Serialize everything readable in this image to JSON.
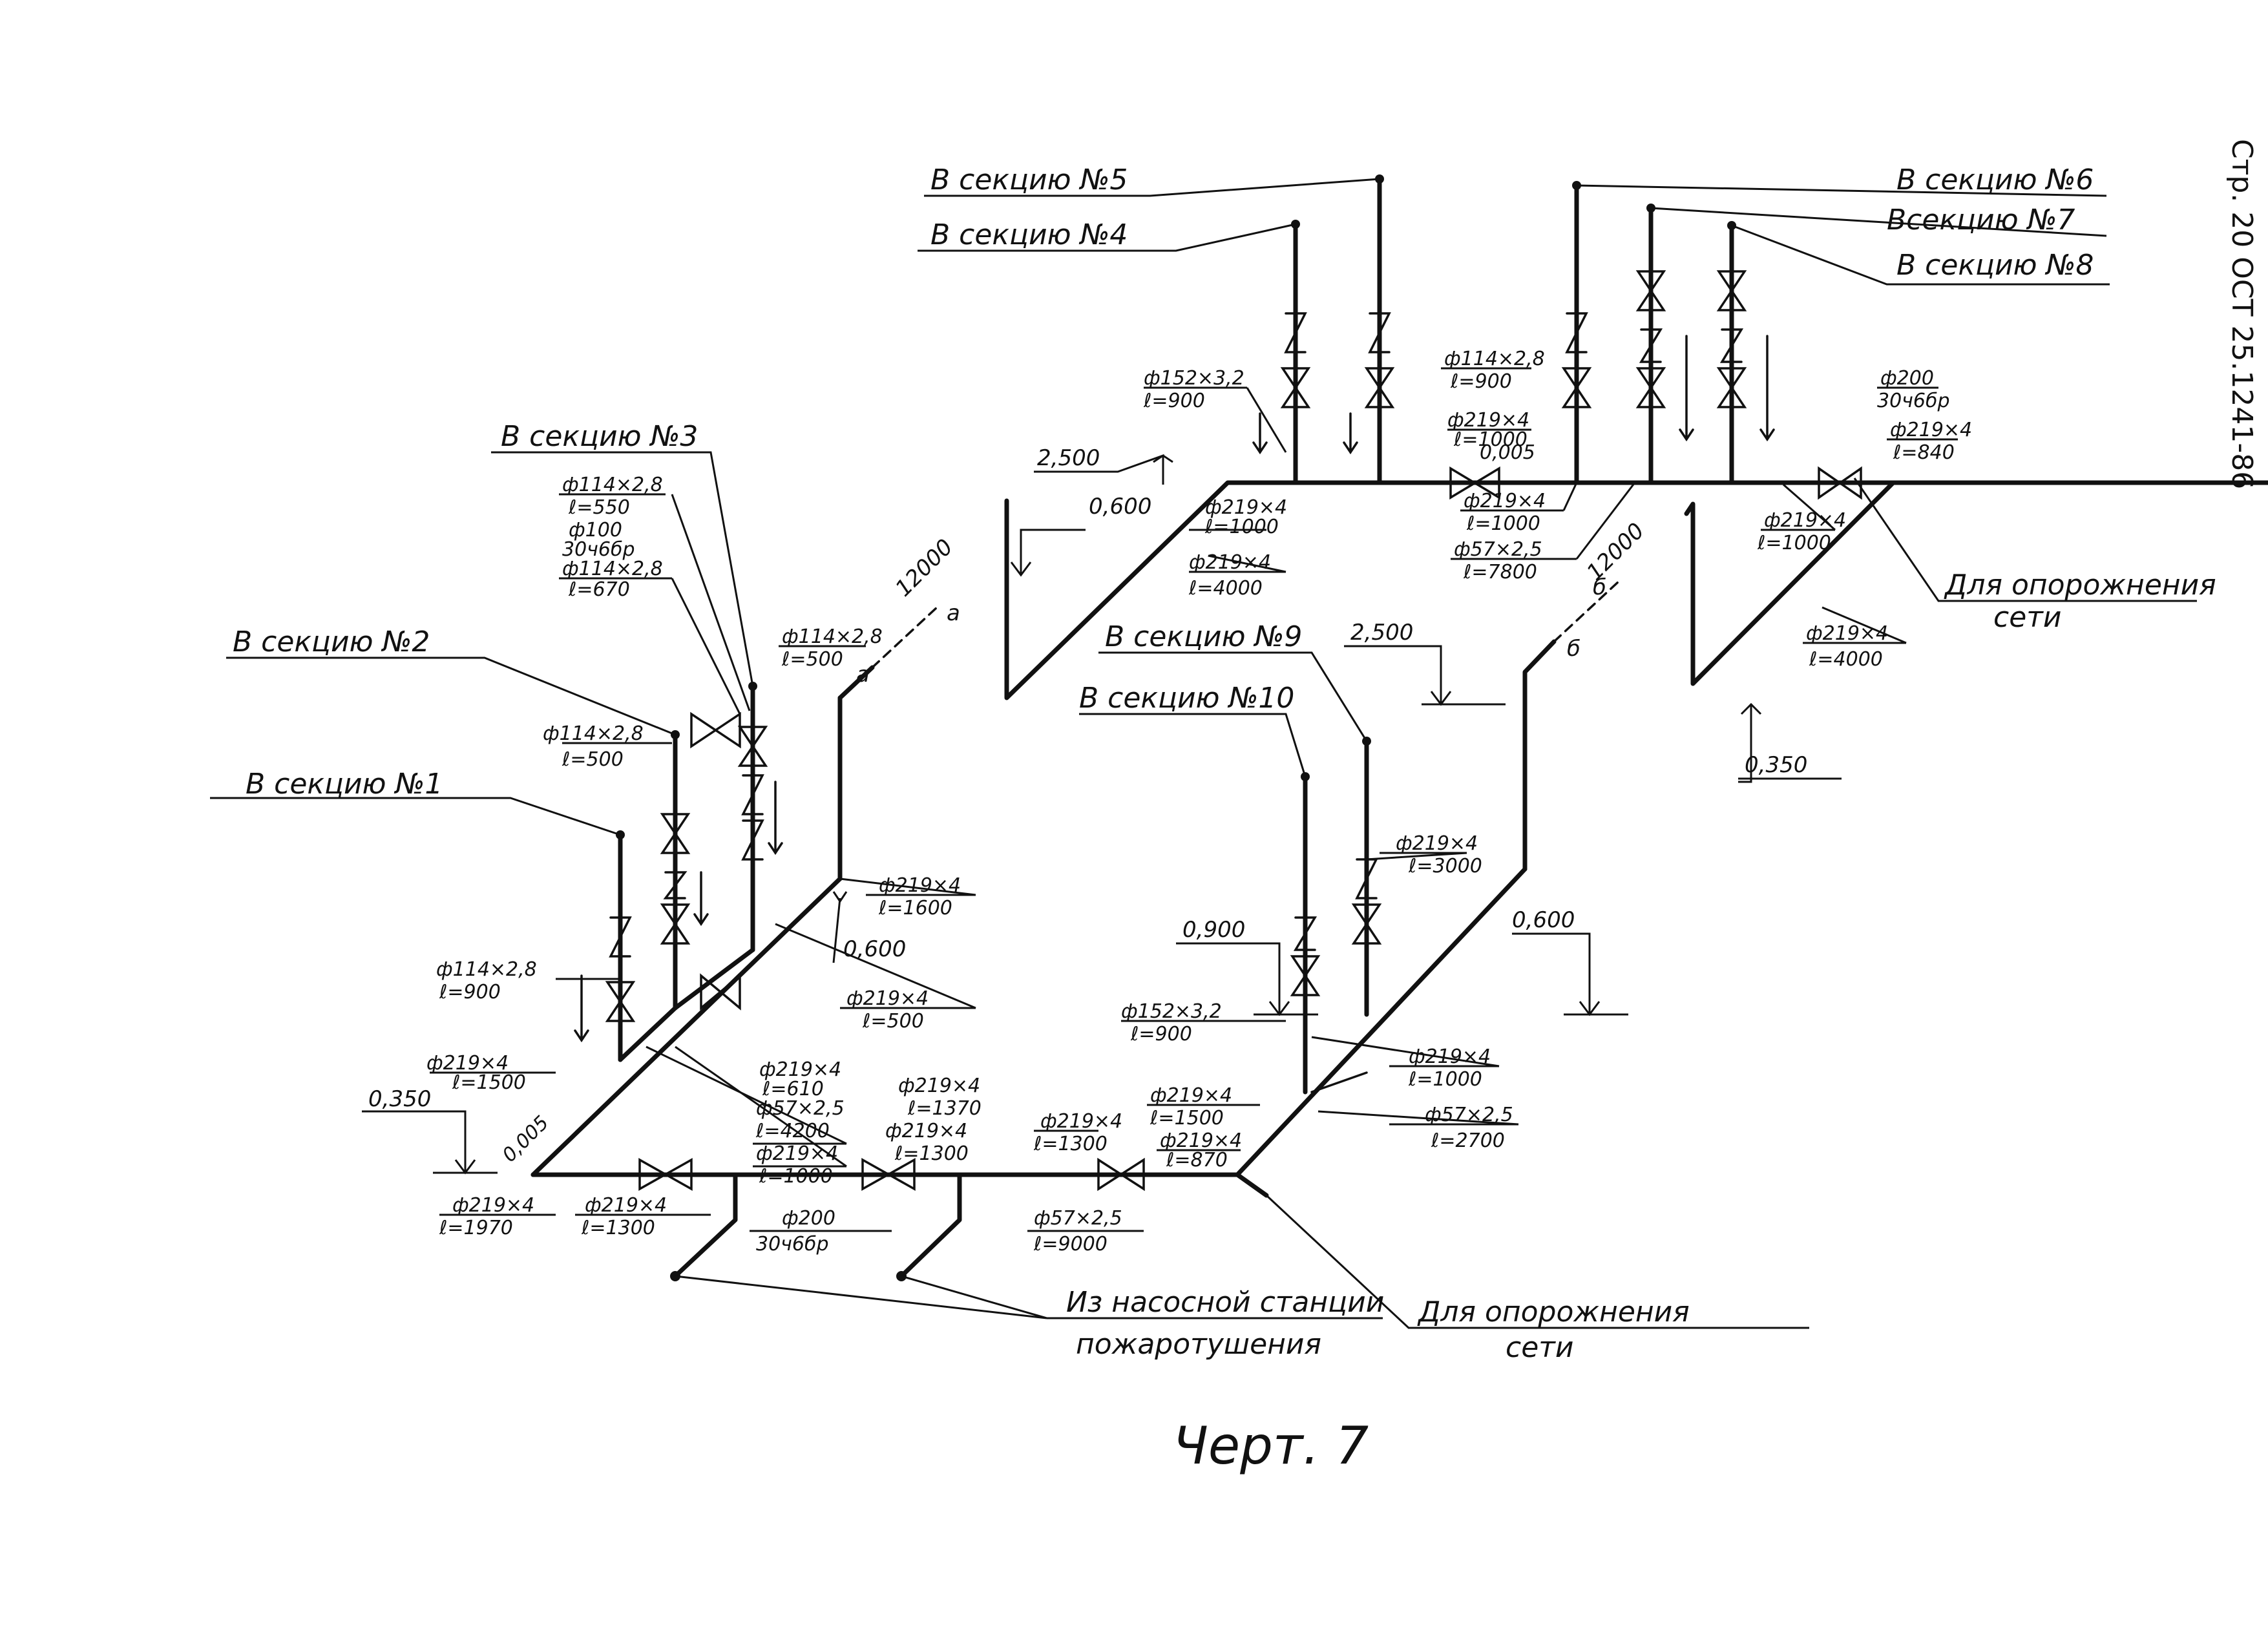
{
  "page": {
    "code": "Стр. 20 ОСТ 25.1241-86"
  },
  "title": "Черт. 7",
  "sections": {
    "s1": "В секцию №1",
    "s2": "В секцию №2",
    "s3": "В секцию №3",
    "s4": "В секцию №4",
    "s5": "В секцию №5",
    "s6": "В секцию №6",
    "s7": "Всекцию №7",
    "s8": "В секцию №8",
    "s9": "В секцию №9",
    "s10": "В секцию №10"
  },
  "notes": {
    "pump_1": "Из насосной станции",
    "pump_2": "пожаротушения",
    "drain_bottom_1": "Для опорожнения",
    "drain_bottom_2": "сети",
    "drain_right_1": "Для опорожнения",
    "drain_right_2": "сети"
  },
  "marks": {
    "a1": "а",
    "a2": "а",
    "b1": "б",
    "b2": "б",
    "len_left": "12000",
    "len_right": "12000"
  },
  "elevations": {
    "e0350_left": "0,350",
    "e0600_left": "0,600",
    "e2500_top": "2,500",
    "e0600_top": "0,600",
    "e2500_mid": "2,500",
    "e0350_right": "0,350",
    "e0900": "0,900",
    "e0600_right": "0,600"
  },
  "pipes": {
    "p1a": "ф114×2,8",
    "p1b": "ℓ=550",
    "p2a": "ф100",
    "p2b": "30ч6бр",
    "p3a": "ф114×2,8",
    "p3b": "ℓ=670",
    "p4a": "ф114×2,8",
    "p4b": "ℓ=500",
    "p5a": "ф114×2,8",
    "p5b": "ℓ=500",
    "p6a": "ф219×4",
    "p6b": "ℓ=1600",
    "p7a": "ф219×4",
    "p7b": "ℓ=500",
    "p8a": "ф114×2,8",
    "p8b": "ℓ=900",
    "p9a": "ф219×4",
    "p9b": "ℓ=1500",
    "slope": "0,005",
    "p10a": "ф219×4",
    "p10b": "ℓ=610",
    "p11a": "ф57×2,5",
    "p11b": "ℓ=4200",
    "p12a": "ф219×4",
    "p12b": "ℓ=1000",
    "p13a": "ф219×4",
    "p13b": "ℓ=1370",
    "p14a": "ф219×4",
    "p14b": "ℓ=1300",
    "p15a": "ф219×4",
    "p15b": "ℓ=1970",
    "p16a": "ф219×4",
    "p16b": "ℓ=1300",
    "p17a": "ф200",
    "p17b": "30ч6бр",
    "p18a": "ф57×2,5",
    "p18b": "ℓ=9000",
    "p19a": "ф219×4",
    "p19b": "ℓ=1300",
    "p20a": "ф219×4",
    "p20b": "ℓ=1500",
    "p21a": "ф219×4",
    "p21b": "ℓ=870",
    "p22a": "ф152×3,2",
    "p22b": "ℓ=900",
    "p23a": "ф219×4",
    "p23b": "ℓ=3000",
    "p24a": "ф219×4",
    "p24b": "ℓ=1000",
    "p25a": "ф57×2,5",
    "p25b": "ℓ=2700",
    "p26a": "ф152×3,2",
    "p26b": "ℓ=900",
    "p27a": "ф219×4",
    "p27b": "ℓ=1000",
    "p28a": "ф219×4",
    "p28b": "ℓ=4000",
    "p29a": "ф114×2,8",
    "p29b": "ℓ=900",
    "p30a": "ф219×4",
    "p30b": "ℓ=1000",
    "p30c": "0,005",
    "p31a": "ф219×4",
    "p31b": "ℓ=1000",
    "p32a": "ф57×2,5",
    "p32b": "ℓ=7800",
    "p33a": "ф200",
    "p33b": "30ч6бр",
    "p34a": "ф219×4",
    "p34b": "ℓ=840",
    "p35a": "ф219×4",
    "p35b": "ℓ=1000",
    "p36a": "ф219×4",
    "p36b": "ℓ=4000"
  }
}
